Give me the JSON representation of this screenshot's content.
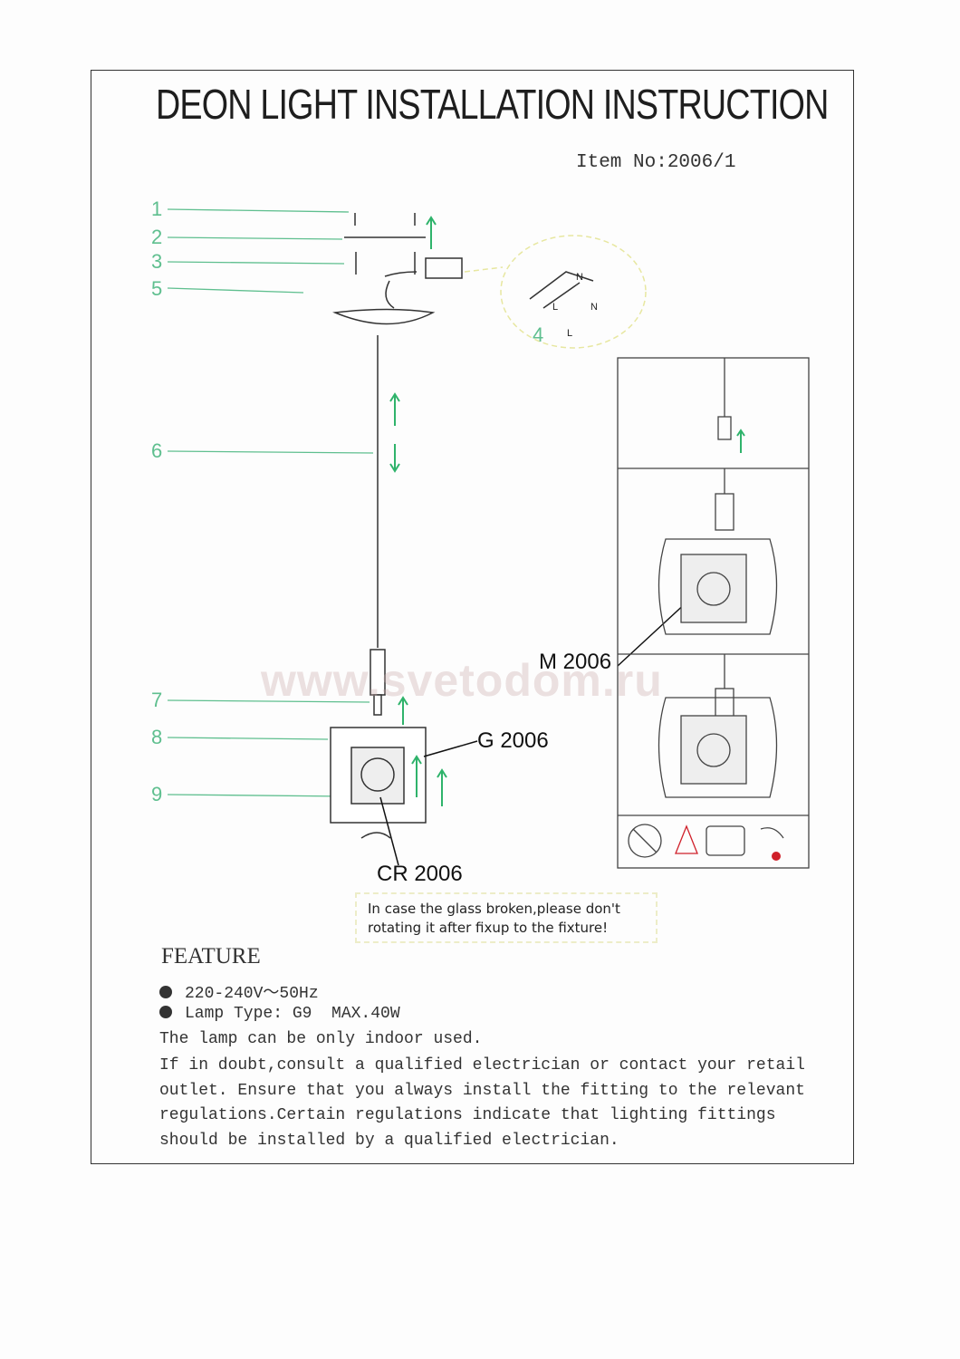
{
  "header": {
    "title": "DEON LIGHT INSTALLATION INSTRUCTION",
    "item_no": "Item No:2006/1"
  },
  "diagram": {
    "step_numbers": [
      "1",
      "2",
      "3",
      "5",
      "6",
      "7",
      "8",
      "9",
      "4"
    ],
    "parts": [
      "G 2006",
      "M 2006",
      "CR 2006"
    ],
    "wiring_labels": [
      "N",
      "N",
      "L",
      "L"
    ]
  },
  "watermark": "www.svetodom.ru",
  "warning": {
    "line1": "In case the glass broken,please don't",
    "line2": "rotating it after fixup to the fixture!"
  },
  "feature": {
    "heading": "FEATURE",
    "bullets": [
      "220-240V～50Hz",
      "Lamp Type: G9  MAX.40W"
    ],
    "lines": [
      "The lamp can be only indoor used.",
      "If in doubt,consult a qualified electrician or contact your retail",
      "outlet. Ensure that you always install the fitting to the relevant",
      "regulations.Certain regulations indicate that lighting fittings",
      "should be installed by a qualified electrician."
    ]
  },
  "colors": {
    "accent": "#5fbf8f",
    "arrow": "#2fb36b",
    "warning_red": "#d0202a"
  }
}
